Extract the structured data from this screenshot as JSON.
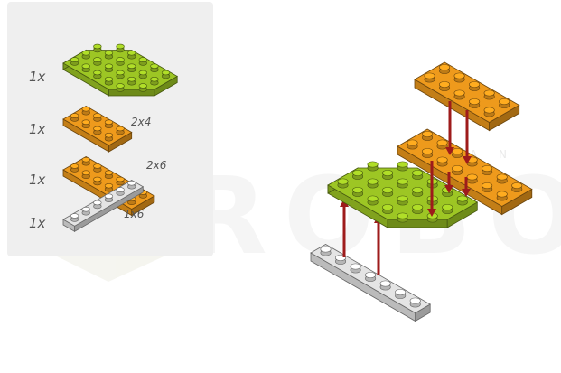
{
  "parts_list": {
    "items": [
      {
        "qty": "1x",
        "size": "",
        "color": "#9dc624",
        "shape": "wedge-plate-green"
      },
      {
        "qty": "1x",
        "size": "2x4",
        "color": "#ee9a1c",
        "shape": "plate-2x4"
      },
      {
        "qty": "1x",
        "size": "2x6",
        "color": "#ee9a1c",
        "shape": "plate-2x6"
      },
      {
        "qty": "1x",
        "size": "1x6",
        "color": "#e4e4e4",
        "shape": "plate-1x6"
      }
    ]
  },
  "colors": {
    "panel": "#efefef",
    "green": "#9dc624",
    "orange": "#ee9a1c",
    "grey": "#e4e4e4",
    "arrow": "#9e1b1b",
    "watermark": "#f6f6f6"
  },
  "watermark": {
    "text": "ROBO",
    "small": "A N"
  }
}
